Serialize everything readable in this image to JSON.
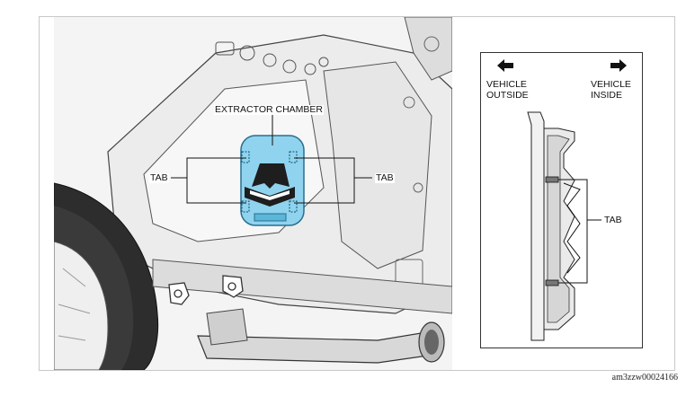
{
  "main": {
    "chamber_label": "EXTRACTOR CHAMBER",
    "tab_left_label": "TAB",
    "tab_right_label": "TAB"
  },
  "inset": {
    "outside_label_line1": "VEHICLE",
    "outside_label_line2": "OUTSIDE",
    "inside_label_line1": "VEHICLE",
    "inside_label_line2": "INSIDE",
    "tab_label": "TAB"
  },
  "figure_code": "am3zzw00024166",
  "colors": {
    "chamber_fill": "#8fd3ee",
    "chamber_stroke": "#2a6f8f",
    "body_fill": "#f0f0f0",
    "line": "#222222"
  }
}
